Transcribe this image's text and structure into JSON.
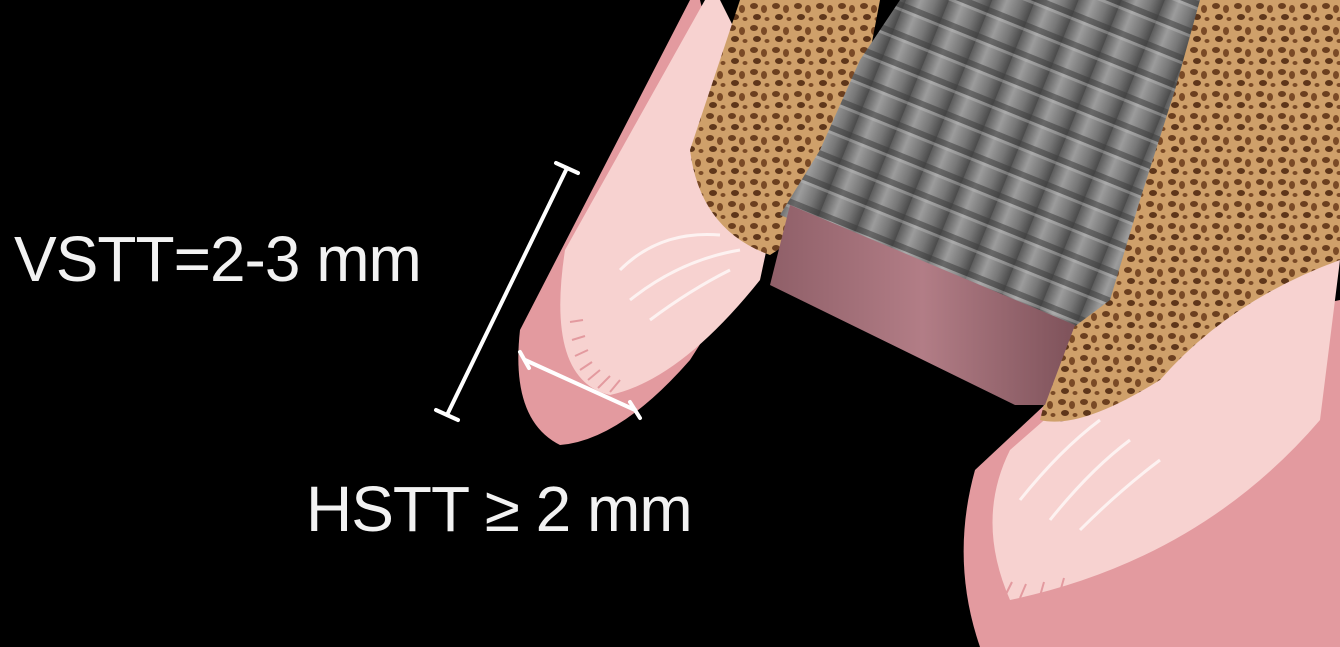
{
  "labels": {
    "vstt": "VSTT=2-3 mm",
    "hstt": "HSTT ≥ 2 mm"
  },
  "colors": {
    "background": "#000000",
    "mucosa_outer": "#e39a9f",
    "connective_tissue": "#f7d2d0",
    "bone": "#c89a62",
    "bone_pores": "#6b3f1f",
    "implant_thread": "#8a8a8a",
    "abutment_collar": "#a8707a",
    "measure_line": "#ffffff",
    "label_text": "#f2f2f2"
  },
  "icons": [
    "dental-implant",
    "bone-section",
    "soft-tissue"
  ]
}
